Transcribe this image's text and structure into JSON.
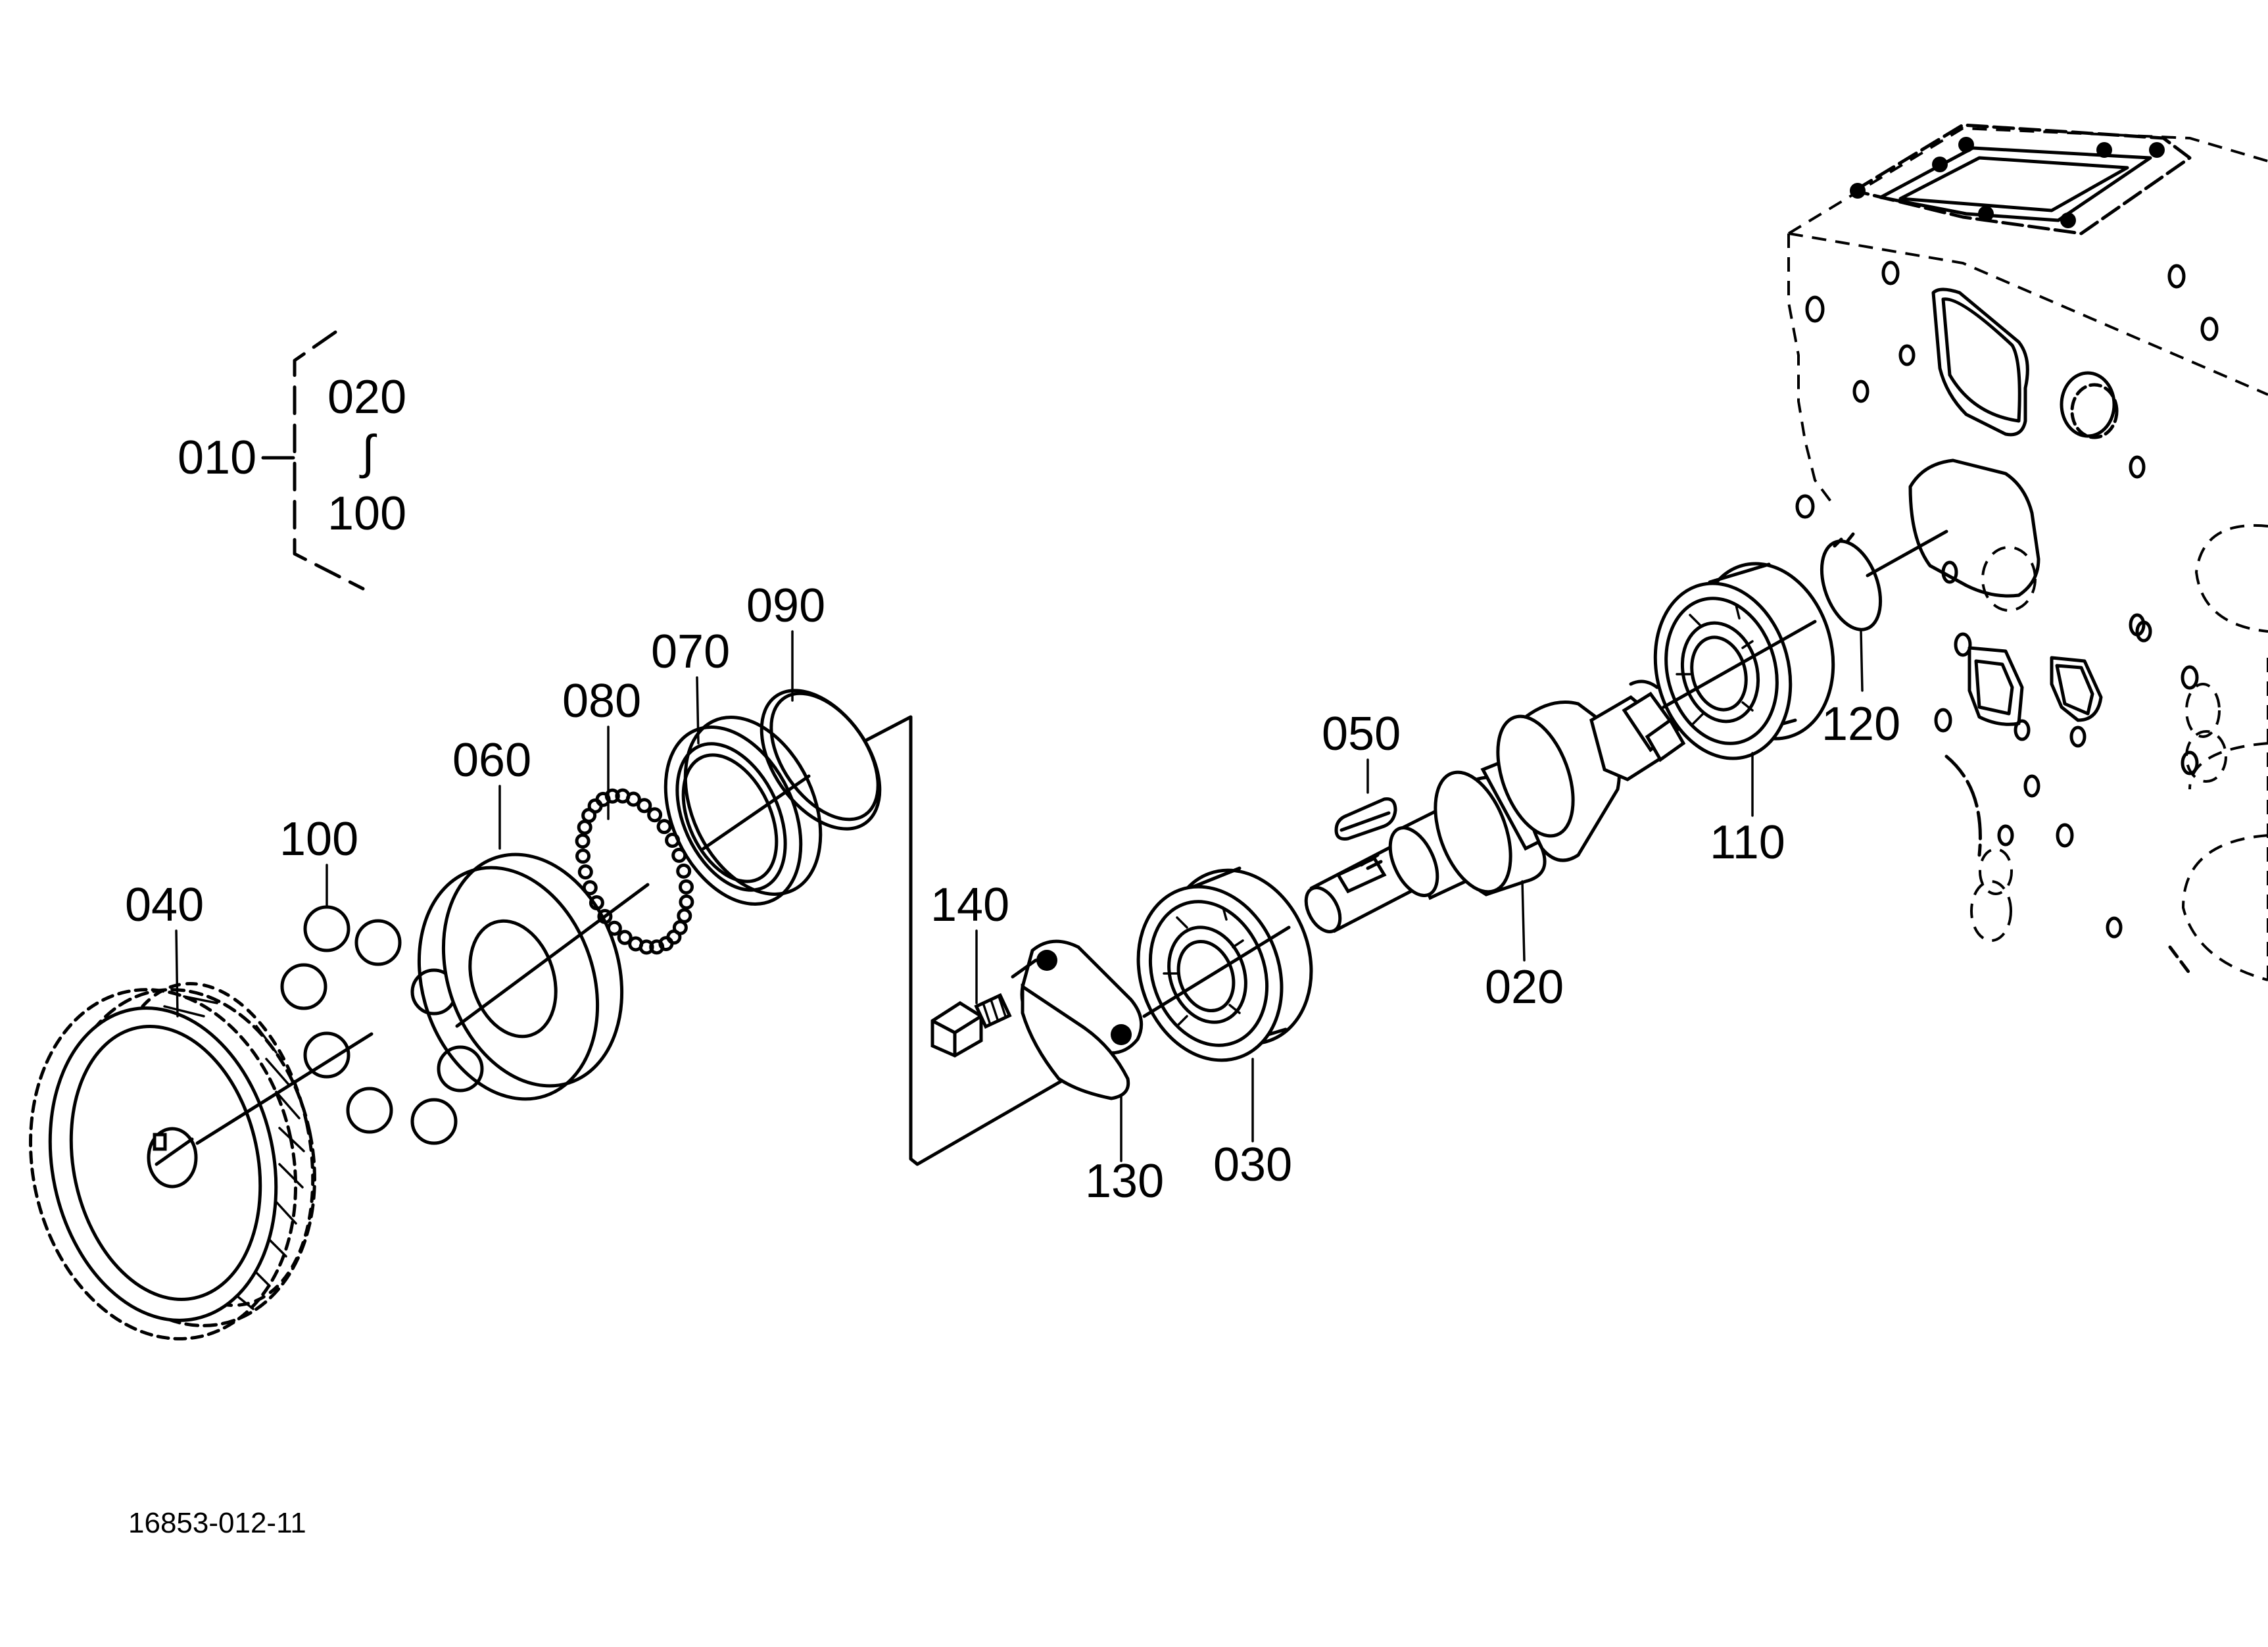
{
  "figure_code": "16853-012-11",
  "callouts": {
    "c010": "010",
    "c020": "020",
    "c030": "030",
    "c040": "040",
    "c050": "050",
    "c060": "060",
    "c070": "070",
    "c080": "080",
    "c090": "090",
    "c100": "100",
    "c110": "110",
    "c120": "120",
    "c130": "130",
    "c140": "140"
  },
  "assembly_group": {
    "parent": "010",
    "range_start": "020",
    "range_symbol": "∫",
    "range_end": "100"
  }
}
